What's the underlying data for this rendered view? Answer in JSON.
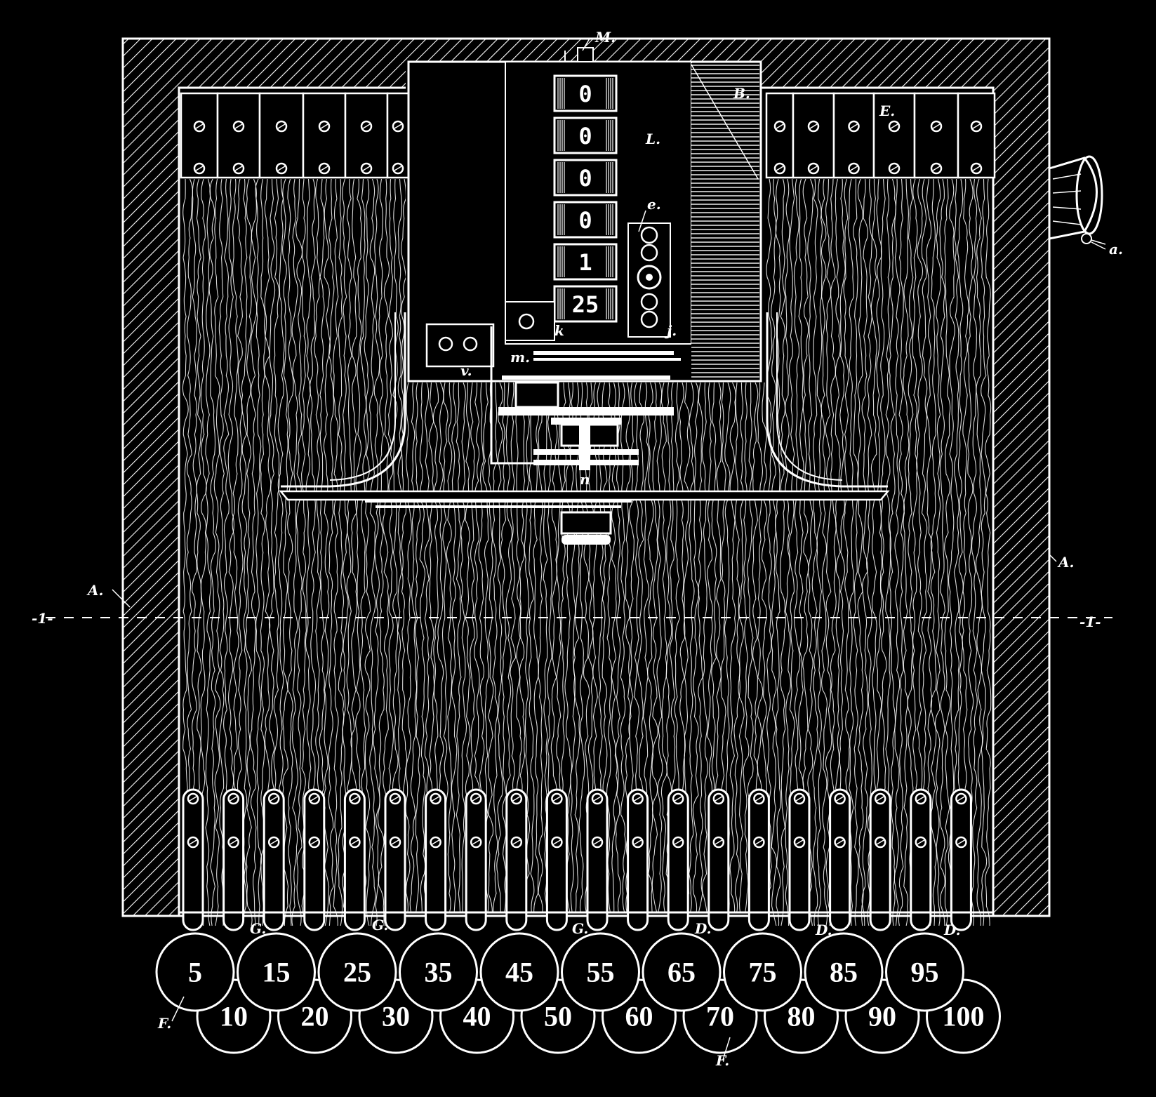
{
  "colors": {
    "background": "#000000",
    "ink": "#ffffff"
  },
  "labels": {
    "M": "M.",
    "B": "B.",
    "L": "L.",
    "E": "E.",
    "e": "e.",
    "a": "a.",
    "A_right": "A.",
    "A_left": "A.",
    "section_left": "-1-",
    "section_right": "-1-",
    "k": "k",
    "j": "j.",
    "m": "m.",
    "v": "v.",
    "n": "n",
    "G1": "G.",
    "G2": "G.",
    "G3": "G.",
    "D1": "D.",
    "D2": "D.",
    "D3": "D.",
    "F1": "F.",
    "F2": "F."
  },
  "counter_digits": [
    "0",
    "0",
    "0",
    "0",
    "1",
    "25"
  ],
  "keys_front": [
    "5",
    "15",
    "25",
    "35",
    "45",
    "55",
    "65",
    "75",
    "85",
    "95"
  ],
  "keys_back": [
    "10",
    "20",
    "30",
    "40",
    "50",
    "60",
    "70",
    "80",
    "90",
    "100"
  ]
}
